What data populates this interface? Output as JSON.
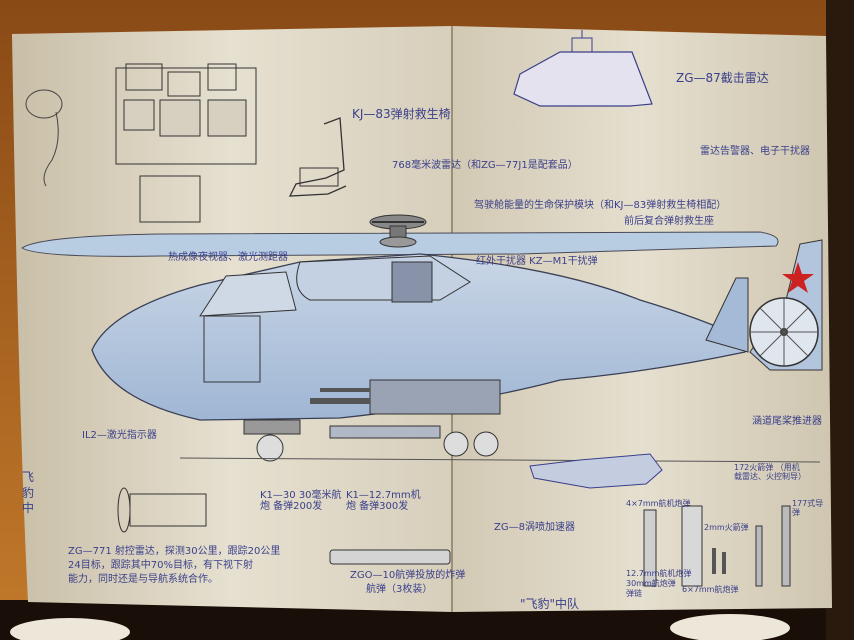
{
  "notes": {
    "ejection_seat": "KJ—83弹射救生椅",
    "radar_title": "ZG—87截击雷达",
    "mmw_radar": "768毫米波雷达（和ZG—77J1是配套品）",
    "cockpit_armor_note": "驾驶舱能量的生命保护模块（和KJ—83弹射救生椅相配）",
    "rear_warning": "雷达告警器、电子干扰器",
    "composite_ejection": "前后复合弹射救生座",
    "ir_jammer": "红外干扰器 KZ—M1干扰弹",
    "thermal_sight": "热成像夜视器、激光测距器",
    "tail_rotor": "涵道尾桨推进器",
    "laser_designator": "IL2—激光指示器",
    "cannon_30": "K1—30 30毫米航炮 备弹200发",
    "mg_127": "K1—12.7mm机炮 备弹300发",
    "jet_engine": "ZG—8涡喷加速器",
    "missile_lower_note": "172火箭弹 （用机载雷达、火控制导）",
    "missile_right_note": "177式导弹",
    "weapon_grid_label": "4×7mm航机炮弹",
    "missile_label": "2mm火箭弹",
    "missile_label_2": "6×7mm航炮弹",
    "fcs_desc_1": "ZG—771 射控雷达，探测30公里，跟踪20公里",
    "fcs_desc_2": "24目标，跟踪其中70%目标，有下视下射",
    "fcs_desc_3": "能力，同时还是与导航系统合作。",
    "bomb_label_1": "ZGO—10航弹投放的炸弹",
    "bomb_label_2": "航弹（3枚装）",
    "squadron": "\"飞豹\"中队",
    "left_logo": "飞豹中",
    "bottom_grid_label": "12.7mm航机炮弹",
    "bottom_grid_label_2": "30mm航炮弹",
    "bottom_grid_label_3": "弹链"
  },
  "colors": {
    "paper": "#e2dccc",
    "paper_shadow": "#b5ab93",
    "ink": "#3a3f8a",
    "pencil": "#4a4a55",
    "crayon_blue": "#a8c0dc",
    "red_star": "#cc2222",
    "background": "#1a0f08",
    "wall": "#b06a22"
  },
  "icons": [
    "rotor-icon",
    "red-star-icon",
    "ejection-seat-icon",
    "cockpit-panel-icon",
    "pilot-helmet-icon",
    "gatling-gun-icon",
    "ducted-fan-icon",
    "missile-icon",
    "radar-dish-icon"
  ]
}
